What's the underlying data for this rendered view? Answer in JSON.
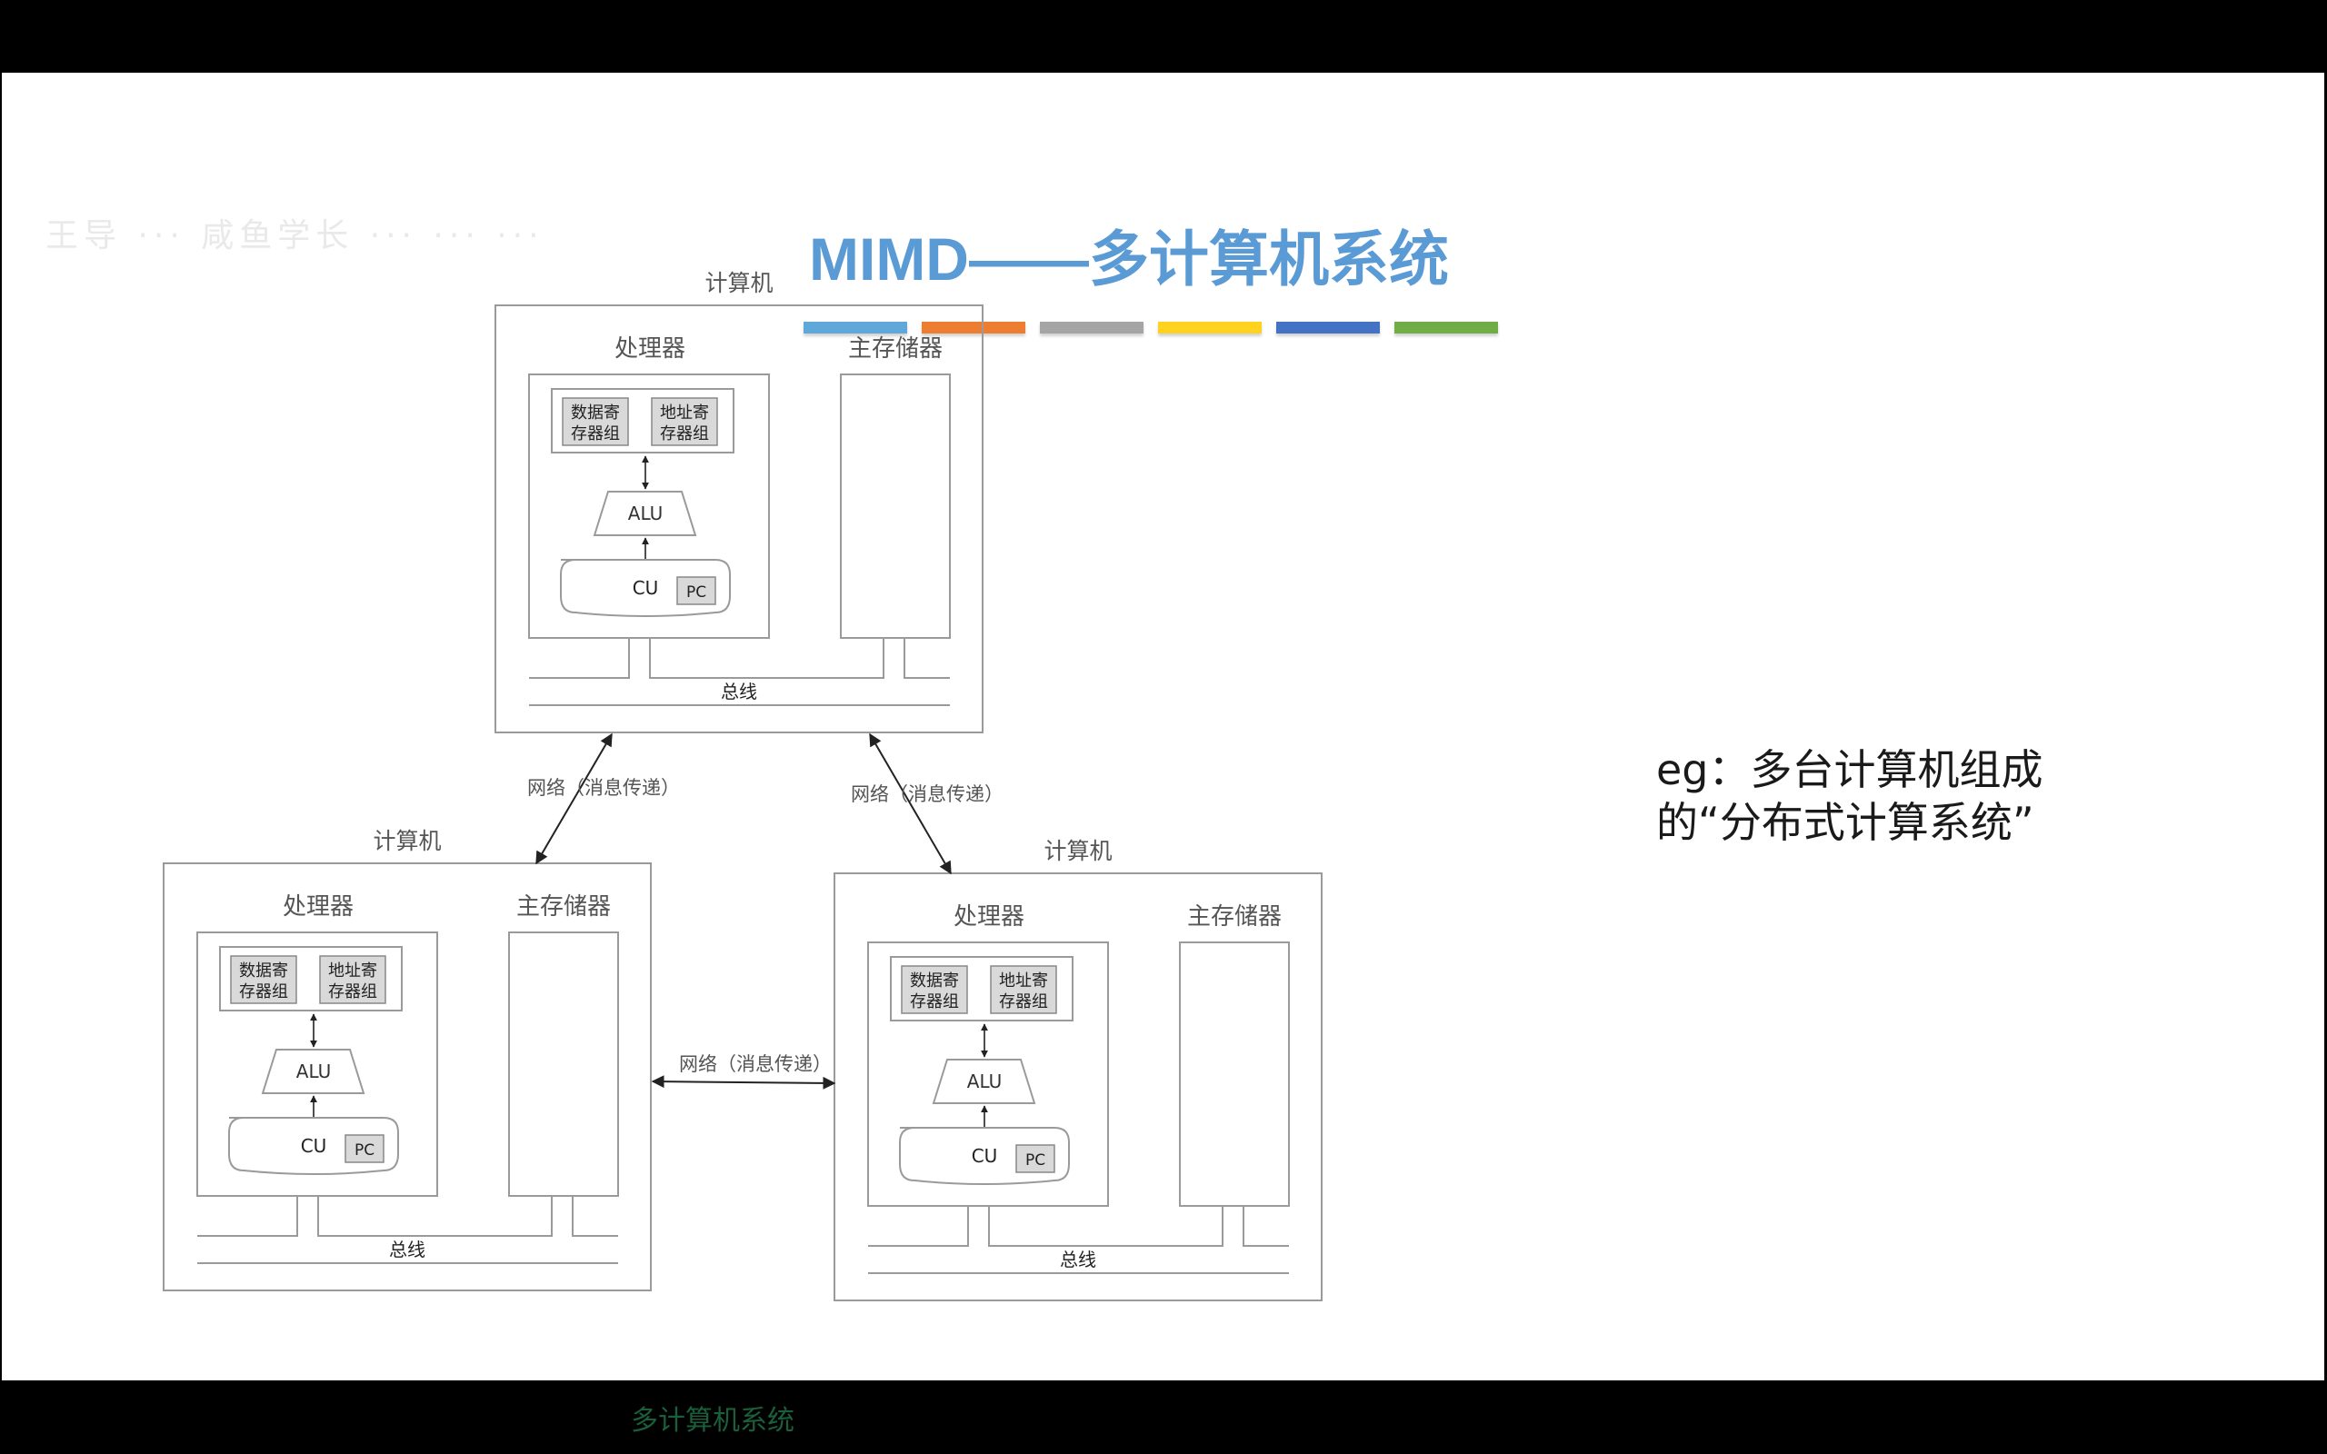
{
  "slide": {
    "watermark": "王导 ··· 咸鱼学长 ··· ··· ···",
    "title": "MIMD——多计算机系统",
    "title_bar_colors": [
      "#5fa8d9",
      "#ed7d31",
      "#a5a5a5",
      "#ffd21f",
      "#4472c4",
      "#70ad47"
    ],
    "note_lines": [
      "eg：多台计算机组成",
      "的“分布式计算系统”"
    ],
    "caption": "多计算机系统"
  },
  "computer": {
    "label": "计算机",
    "processor": "处理器",
    "memory": "主存储器",
    "data_regs": "数据寄存器组",
    "addr_regs": "地址寄存器组",
    "alu": "ALU",
    "cu": "CU",
    "pc": "PC",
    "bus": "总线"
  },
  "network_label": "网络（消息传递）",
  "computers": [
    {
      "id": "top"
    },
    {
      "id": "bottom-left"
    },
    {
      "id": "bottom-right"
    }
  ]
}
